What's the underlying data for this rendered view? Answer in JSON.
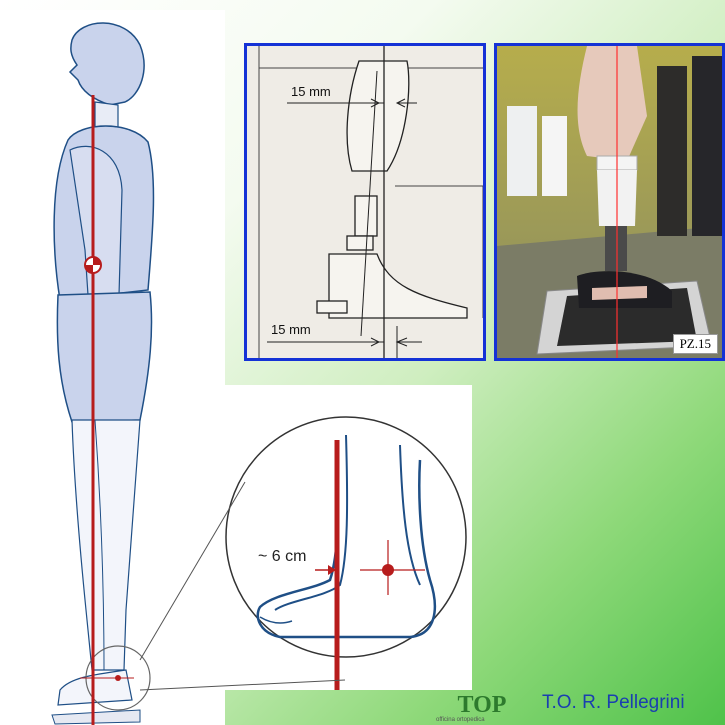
{
  "tech_drawing": {
    "top_measure": "15 mm",
    "bottom_measure": "15 mm"
  },
  "photo": {
    "tag": "PZ.15"
  },
  "zoom": {
    "distance_label": "~ 6 cm"
  },
  "logo": {
    "text": "TOP",
    "subtext": "officina ortopedica"
  },
  "brand": {
    "text": "T.O. R. Pellegrini"
  },
  "colors": {
    "plumb_line": "#b71c1c",
    "frame_border": "#1432d6",
    "body_fill": "#c9d3ec",
    "outline": "#1f4f86",
    "brand_text": "#1a3fb0"
  }
}
